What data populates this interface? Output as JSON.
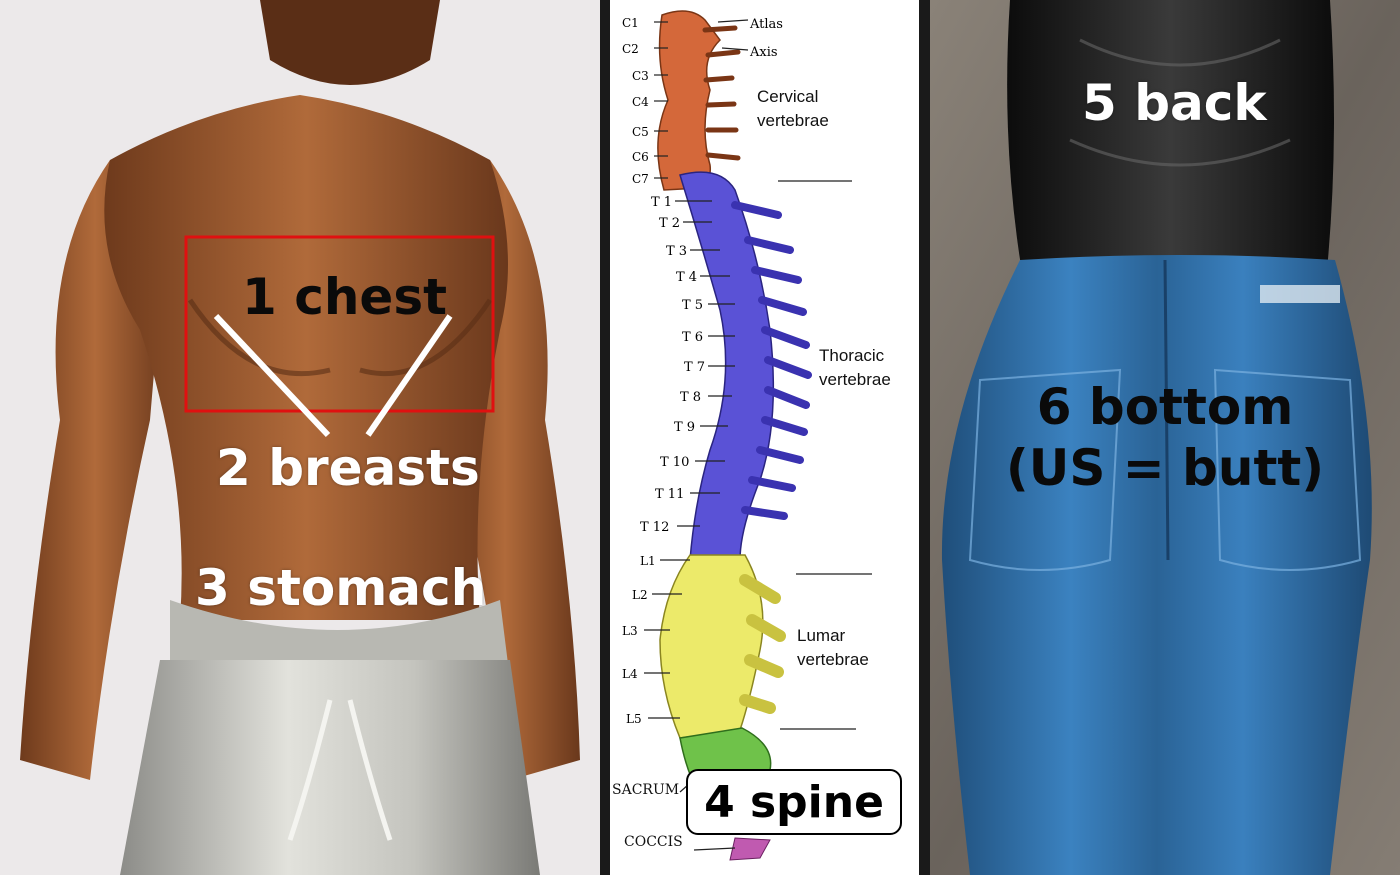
{
  "labels": {
    "chest": "1  chest",
    "breasts": "2  breasts",
    "stomach": "3  stomach",
    "spine": "4  spine",
    "back": "5  back",
    "bottom_line1": "6  bottom",
    "bottom_line2": "(US = butt)"
  },
  "spine_diagram": {
    "cervical": [
      "C1",
      "C2",
      "C3",
      "C4",
      "C5",
      "C6",
      "C7"
    ],
    "thoracic": [
      "T 1",
      "T 2",
      "T 3",
      "T 4",
      "T 5",
      "T 6",
      "T 7",
      "T 8",
      "T 9",
      "T 10",
      "T 11",
      "T 12"
    ],
    "lumbar": [
      "L1",
      "L2",
      "L3",
      "L4",
      "L5"
    ],
    "atlas": "Atlas",
    "axis": "Axis",
    "cervical_label": [
      "Cervical",
      "vertebrae"
    ],
    "thoracic_label": [
      "Thoracic",
      "vertebrae"
    ],
    "lumbar_label": [
      "Lumar",
      "vertebrae"
    ],
    "sacrum": "SACRUM",
    "coccis": "COCCIS"
  },
  "colors": {
    "cervical": "#d4683a",
    "thoracic": "#5a52d6",
    "lumbar": "#ecea6a",
    "sacrum": "#6fc24a",
    "coccyx": "#c05ab0",
    "chest_box": "#e01010",
    "jeans": "#2f6fa8",
    "latex_top": "#141414"
  }
}
